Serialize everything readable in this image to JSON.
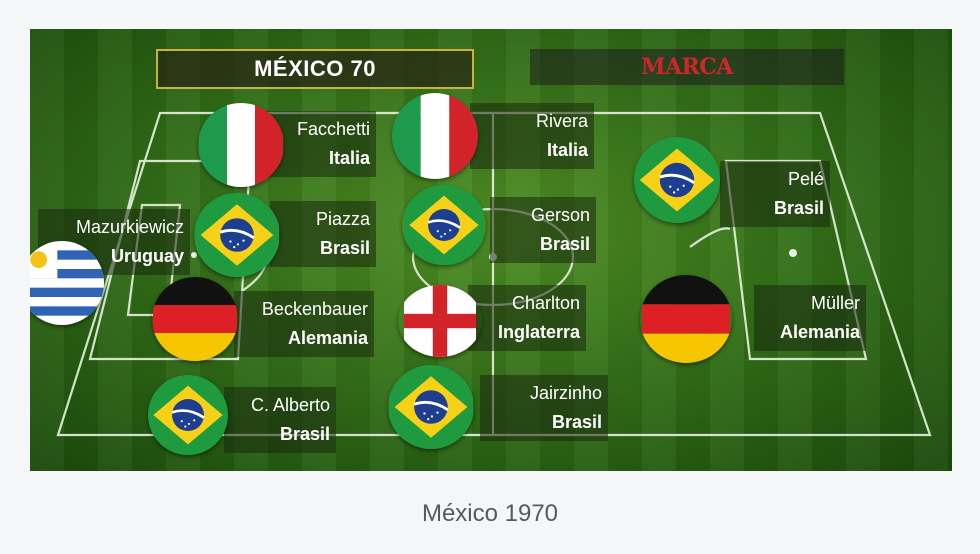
{
  "graphic": {
    "title": "MÉXICO 70",
    "brand": "MARCA",
    "colors": {
      "brand_red": "#d0262b",
      "banner_border": "#c9b23a",
      "pitch": "#3f7d1d"
    },
    "players": [
      {
        "name": "Facchetti",
        "country": "Italia",
        "flag": "italy-flag"
      },
      {
        "name": "Rivera",
        "country": "Italia",
        "flag": "italy-flag"
      },
      {
        "name": "Pelé",
        "country": "Brasil",
        "flag": "brazil-flag"
      },
      {
        "name": "Mazurkiewicz",
        "country": "Uruguay",
        "flag": "uruguay-flag"
      },
      {
        "name": "Piazza",
        "country": "Brasil",
        "flag": "brazil-flag"
      },
      {
        "name": "Gerson",
        "country": "Brasil",
        "flag": "brazil-flag"
      },
      {
        "name": "Beckenbauer",
        "country": "Alemania",
        "flag": "germany-flag"
      },
      {
        "name": "Charlton",
        "country": "Inglaterra",
        "flag": "england-flag"
      },
      {
        "name": "Müller",
        "country": "Alemania",
        "flag": "germany-flag"
      },
      {
        "name": "C. Alberto",
        "country": "Brasil",
        "flag": "brazil-flag"
      },
      {
        "name": "Jairzinho",
        "country": "Brasil",
        "flag": "brazil-flag"
      }
    ]
  },
  "caption": "México 1970"
}
